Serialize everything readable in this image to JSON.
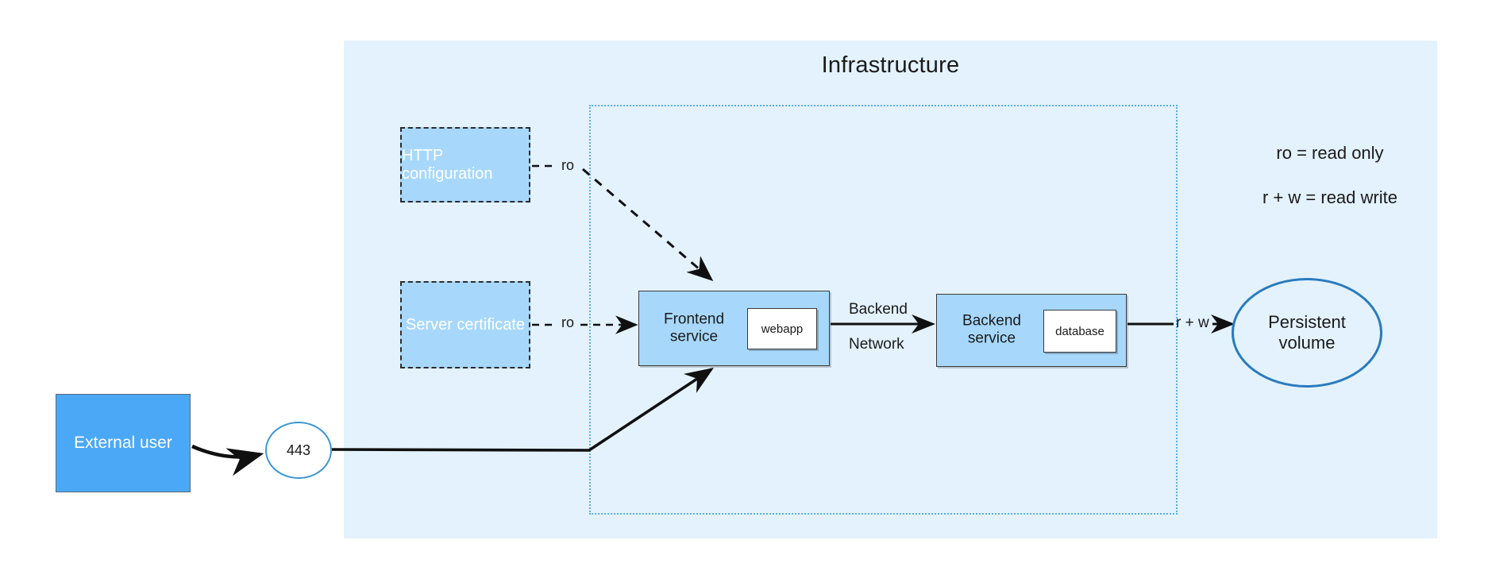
{
  "diagram": {
    "title": "Infrastructure",
    "background_color": "#e3f2fd",
    "accent_blue": "#4aa8f7",
    "node_blue": "#a7d8fb",
    "network_border_color": "#59b0e8"
  },
  "network": {
    "name": "backend-network-boundary"
  },
  "config_nodes": [
    {
      "id": "http-configuration",
      "label": "HTTP configuration"
    },
    {
      "id": "server-certificate",
      "label": "Server certificate"
    }
  ],
  "services": [
    {
      "id": "frontend-service",
      "label": "Frontend\nservice",
      "label_line1": "Frontend",
      "label_line2": "service",
      "container": "webapp"
    },
    {
      "id": "backend-service",
      "label": "Backend\nservice",
      "label_line1": "Backend",
      "label_line2": "service",
      "container": "database"
    }
  ],
  "actors": {
    "external_user": "External user",
    "port": "443"
  },
  "storage": {
    "label_line1": "Persistent",
    "label_line2": "volume"
  },
  "edge_labels": {
    "http_config_mount": "ro",
    "server_cert_mount": "ro",
    "network_line1": "Backend",
    "network_line2": "Network",
    "volume_mount": "r + w"
  },
  "legend": [
    "ro = read only",
    "r + w = read write"
  ]
}
